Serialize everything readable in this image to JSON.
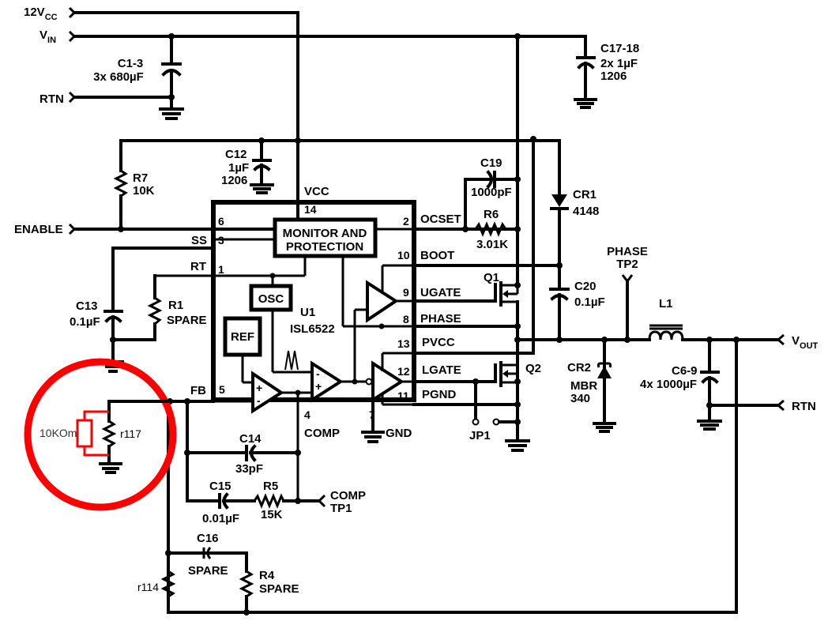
{
  "title": "ISL6522 Buck Converter Schematic",
  "accent_color": "#ff0000",
  "inputs": {
    "v12cc": {
      "main": "12V",
      "sub": "CC"
    },
    "vin": {
      "main": "V",
      "sub": "IN"
    },
    "rtn_in": "RTN",
    "enable": "ENABLE"
  },
  "outputs": {
    "vout": {
      "main": "V",
      "sub": "OUT"
    },
    "rtn_out": "RTN"
  },
  "ic": {
    "ref": "U1",
    "part": "ISL6522",
    "vcc_label": "VCC",
    "blocks": {
      "monitor_line1": "MONITOR AND",
      "monitor_line2": "PROTECTION",
      "osc": "OSC",
      "ref": "REF"
    },
    "pins": [
      {
        "num": "14",
        "name": "VCC"
      },
      {
        "num": "6",
        "name": ""
      },
      {
        "num": "3",
        "name": "SS"
      },
      {
        "num": "1",
        "name": "RT"
      },
      {
        "num": "5",
        "name": "FB"
      },
      {
        "num": "4",
        "name": "COMP"
      },
      {
        "num": "7",
        "name": "GND"
      },
      {
        "num": "2",
        "name": "OCSET"
      },
      {
        "num": "10",
        "name": "BOOT"
      },
      {
        "num": "9",
        "name": "UGATE"
      },
      {
        "num": "8",
        "name": "PHASE"
      },
      {
        "num": "13",
        "name": "PVCC"
      },
      {
        "num": "12",
        "name": "LGATE"
      },
      {
        "num": "11",
        "name": "PGND"
      }
    ],
    "amp_plus": "+",
    "amp_minus": "-",
    "ramp_glyph": "/\\/\\"
  },
  "components": {
    "c1_3": {
      "ref": "C1-3",
      "value": "3x 680µF"
    },
    "c17_18": {
      "ref": "C17-18",
      "value": "2x 1µF",
      "pkg": "1206"
    },
    "c12": {
      "ref": "C12",
      "value": "1µF",
      "pkg": "1206"
    },
    "r7": {
      "ref": "R7",
      "value": "10K"
    },
    "c19": {
      "ref": "C19",
      "value": "1000pF"
    },
    "r6": {
      "ref": "R6",
      "value": "3.01K"
    },
    "cr1": {
      "ref": "CR1",
      "value": "4148"
    },
    "c20": {
      "ref": "C20",
      "value": "0.1µF"
    },
    "q1": {
      "ref": "Q1"
    },
    "q2": {
      "ref": "Q2"
    },
    "tp2": {
      "line1": "PHASE",
      "line2": "TP2"
    },
    "l1": {
      "ref": "L1"
    },
    "cr2": {
      "ref": "CR2",
      "value1": "MBR",
      "value2": "340"
    },
    "c6_9": {
      "ref": "C6-9",
      "value": "4x 1000µF"
    },
    "c13": {
      "ref": "C13",
      "value": "0.1µF"
    },
    "r1": {
      "ref": "R1",
      "value": "SPARE"
    },
    "r117": {
      "ref": "r117"
    },
    "added_resistor": {
      "value": "10KOm"
    },
    "c14": {
      "ref": "C14",
      "value": "33pF"
    },
    "c15": {
      "ref": "C15",
      "value": "0.01µF"
    },
    "r5": {
      "ref": "R5",
      "value": "15K"
    },
    "tp1": {
      "line1": "COMP",
      "line2": "TP1"
    },
    "c16": {
      "ref": "C16",
      "value": "SPARE"
    },
    "r4": {
      "ref": "R4",
      "value": "SPARE"
    },
    "r114": {
      "ref": "r114"
    },
    "jp1": {
      "ref": "JP1"
    }
  }
}
